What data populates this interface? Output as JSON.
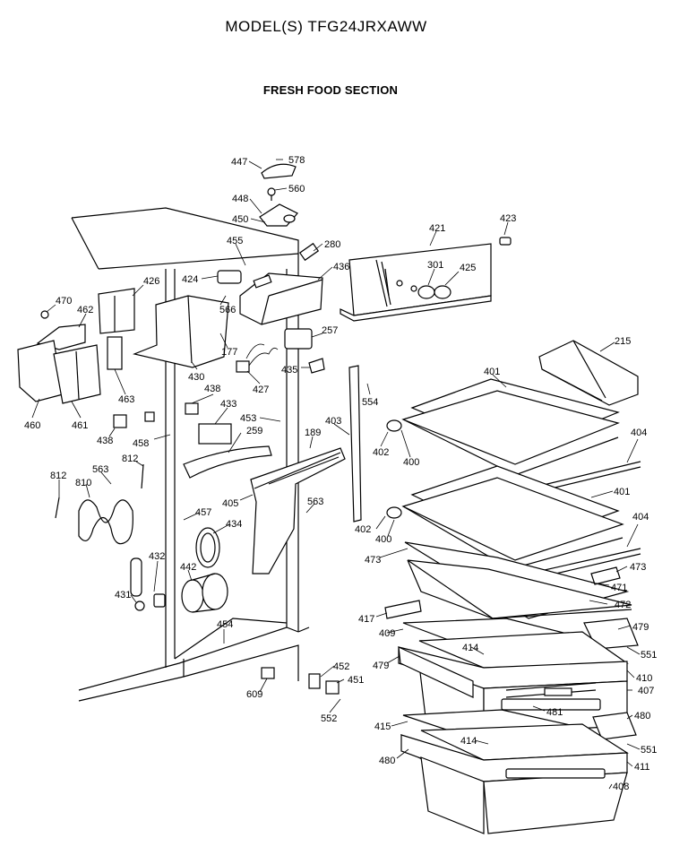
{
  "header": {
    "model_title": "MODEL(S) TFG24JRXAWW",
    "section_title": "FRESH FOOD SECTION"
  },
  "parts": [
    {
      "id": "p578",
      "label": "578"
    },
    {
      "id": "p447",
      "label": "447"
    },
    {
      "id": "p560",
      "label": "560"
    },
    {
      "id": "p448",
      "label": "448"
    },
    {
      "id": "p450",
      "label": "450"
    },
    {
      "id": "p280",
      "label": "280"
    },
    {
      "id": "p455",
      "label": "455"
    },
    {
      "id": "p421",
      "label": "421"
    },
    {
      "id": "p423",
      "label": "423"
    },
    {
      "id": "p436",
      "label": "436"
    },
    {
      "id": "p301",
      "label": "301"
    },
    {
      "id": "p425",
      "label": "425"
    },
    {
      "id": "p424",
      "label": "424"
    },
    {
      "id": "p426",
      "label": "426"
    },
    {
      "id": "p470",
      "label": "470"
    },
    {
      "id": "p462",
      "label": "462"
    },
    {
      "id": "p566",
      "label": "566"
    },
    {
      "id": "p257",
      "label": "257"
    },
    {
      "id": "p215",
      "label": "215"
    },
    {
      "id": "p177",
      "label": "177"
    },
    {
      "id": "p435",
      "label": "435"
    },
    {
      "id": "p430",
      "label": "430"
    },
    {
      "id": "p427",
      "label": "427"
    },
    {
      "id": "p554",
      "label": "554"
    },
    {
      "id": "p401a",
      "label": "401"
    },
    {
      "id": "p463",
      "label": "463"
    },
    {
      "id": "p438a",
      "label": "438"
    },
    {
      "id": "p433",
      "label": "433"
    },
    {
      "id": "p453",
      "label": "453"
    },
    {
      "id": "p403",
      "label": "403"
    },
    {
      "id": "p460",
      "label": "460"
    },
    {
      "id": "p461",
      "label": "461"
    },
    {
      "id": "p259",
      "label": "259"
    },
    {
      "id": "p189",
      "label": "189"
    },
    {
      "id": "p438b",
      "label": "438"
    },
    {
      "id": "p458",
      "label": "458"
    },
    {
      "id": "p402a",
      "label": "402"
    },
    {
      "id": "p404a",
      "label": "404"
    },
    {
      "id": "p400a",
      "label": "400"
    },
    {
      "id": "p812a",
      "label": "812"
    },
    {
      "id": "p812b",
      "label": "812"
    },
    {
      "id": "p563a",
      "label": "563"
    },
    {
      "id": "p810",
      "label": "810"
    },
    {
      "id": "p405",
      "label": "405"
    },
    {
      "id": "p563b",
      "label": "563"
    },
    {
      "id": "p401b",
      "label": "401"
    },
    {
      "id": "p457",
      "label": "457"
    },
    {
      "id": "p402b",
      "label": "402"
    },
    {
      "id": "p404b",
      "label": "404"
    },
    {
      "id": "p434",
      "label": "434"
    },
    {
      "id": "p400b",
      "label": "400"
    },
    {
      "id": "p432",
      "label": "432"
    },
    {
      "id": "p473a",
      "label": "473"
    },
    {
      "id": "p473b",
      "label": "473"
    },
    {
      "id": "p442",
      "label": "442"
    },
    {
      "id": "p471",
      "label": "471"
    },
    {
      "id": "p431",
      "label": "431"
    },
    {
      "id": "p472",
      "label": "472"
    },
    {
      "id": "p417",
      "label": "417"
    },
    {
      "id": "p479a",
      "label": "479"
    },
    {
      "id": "p454",
      "label": "454"
    },
    {
      "id": "p409",
      "label": "409"
    },
    {
      "id": "p414a",
      "label": "414"
    },
    {
      "id": "p551a",
      "label": "551"
    },
    {
      "id": "p479b",
      "label": "479"
    },
    {
      "id": "p452",
      "label": "452"
    },
    {
      "id": "p410",
      "label": "410"
    },
    {
      "id": "p451",
      "label": "451"
    },
    {
      "id": "p609",
      "label": "609"
    },
    {
      "id": "p407",
      "label": "407"
    },
    {
      "id": "p481",
      "label": "481"
    },
    {
      "id": "p552",
      "label": "552"
    },
    {
      "id": "p480a",
      "label": "480"
    },
    {
      "id": "p415",
      "label": "415"
    },
    {
      "id": "p414b",
      "label": "414"
    },
    {
      "id": "p551b",
      "label": "551"
    },
    {
      "id": "p480b",
      "label": "480"
    },
    {
      "id": "p411",
      "label": "411"
    },
    {
      "id": "p408",
      "label": "408"
    }
  ]
}
